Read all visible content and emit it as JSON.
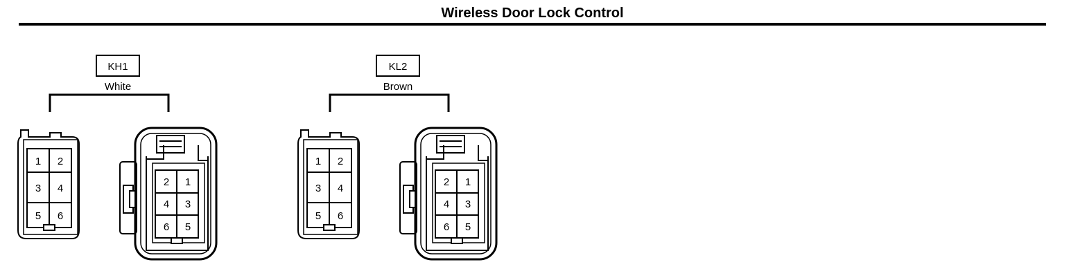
{
  "page": {
    "title": "Wireless Door Lock Control"
  },
  "connectors": [
    {
      "code": "KH1",
      "color": "White",
      "female_pins": [
        [
          "1",
          "2"
        ],
        [
          "3",
          "4"
        ],
        [
          "5",
          "6"
        ]
      ],
      "male_pins": [
        [
          "2",
          "1"
        ],
        [
          "4",
          "3"
        ],
        [
          "6",
          "5"
        ]
      ]
    },
    {
      "code": "KL2",
      "color": "Brown",
      "female_pins": [
        [
          "1",
          "2"
        ],
        [
          "3",
          "4"
        ],
        [
          "5",
          "6"
        ]
      ],
      "male_pins": [
        [
          "2",
          "1"
        ],
        [
          "4",
          "3"
        ],
        [
          "6",
          "5"
        ]
      ]
    }
  ],
  "style": {
    "line_color": "#000000",
    "background": "#ffffff"
  }
}
